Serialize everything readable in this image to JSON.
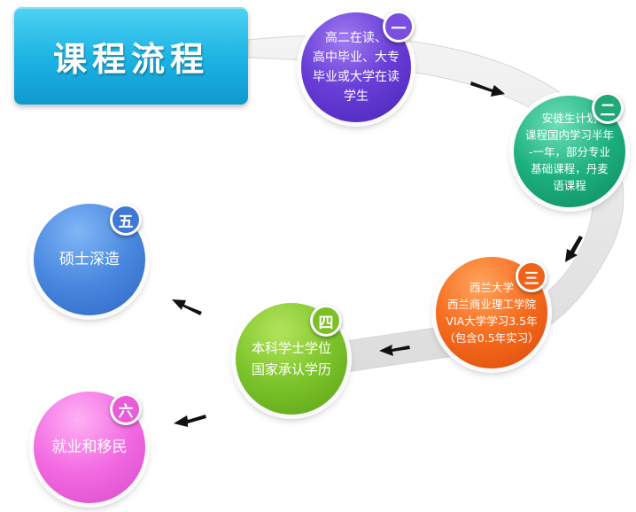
{
  "title": "课程流程",
  "steps": [
    {
      "num": "一",
      "lines": [
        "高二在读、",
        "高中毕业、大专",
        "毕业或大学在读",
        "学生"
      ],
      "color": "#6a3fd8"
    },
    {
      "num": "二",
      "lines": [
        "安徒生计划",
        "课程国内学习半年",
        "-一年，部分专业",
        "基础课程，丹麦",
        "语课程"
      ],
      "color": "#1db07e"
    },
    {
      "num": "三",
      "lines": [
        "西兰大学",
        "西兰商业理工学院",
        "VIA大学学习3.5年",
        "（包含0.5年实习）"
      ],
      "color": "#f56a1c"
    },
    {
      "num": "四",
      "lines": [
        "本科学士学位",
        "国家承认学历"
      ],
      "color": "#7cc42a"
    },
    {
      "num": "五",
      "lines": [
        "硕士深造"
      ],
      "color": "#4a88e0"
    },
    {
      "num": "六",
      "lines": [
        "就业和移民"
      ],
      "color": "#f26ae2"
    }
  ],
  "colors": {
    "title_bg": "#1ab2e3",
    "arrow": "#111111",
    "track": "#e8e8e8"
  }
}
